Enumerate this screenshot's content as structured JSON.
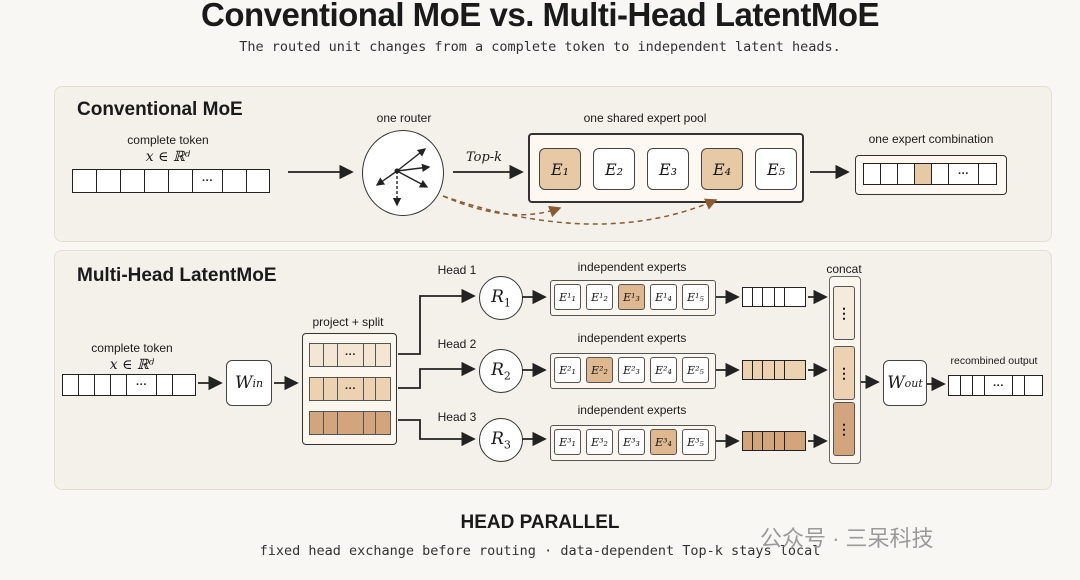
{
  "header": {
    "title": "Conventional MoE vs. Multi-Head LatentMoE",
    "subtitle": "The routed unit changes from a complete token to independent latent heads."
  },
  "conventional": {
    "panel_title": "Conventional MoE",
    "token_label": "complete token",
    "token_math": "x ∈ ℝᵈ",
    "ellipsis": "···",
    "router_label": "one router",
    "topk_label": "Top-k",
    "pool_label": "one shared expert pool",
    "experts": [
      "E₁",
      "E₂",
      "E₃",
      "E₄",
      "E₅"
    ],
    "selected_experts": [
      1,
      4
    ],
    "output_label": "one expert combination"
  },
  "multihead": {
    "panel_title": "Multi-Head LatentMoE",
    "token_label": "complete token",
    "token_math": "x ∈ ℝᵈ",
    "ellipsis": "···",
    "w_in": "W",
    "w_in_sub": "in",
    "split_label": "project + split",
    "concat_label": "concat",
    "concat_dots": "⋮",
    "w_out": "W",
    "w_out_sub": "out",
    "output_label": "recombined output",
    "heads": [
      {
        "label": "Head 1",
        "router": "R",
        "router_sub": "1",
        "experts_label": "independent experts",
        "experts": [
          "E¹₁",
          "E¹₂",
          "E¹₃",
          "E¹₄",
          "E¹₅"
        ],
        "selected": [
          3
        ],
        "color": "#f3e7d4"
      },
      {
        "label": "Head 2",
        "router": "R",
        "router_sub": "2",
        "experts_label": "independent experts",
        "experts": [
          "E²₁",
          "E²₂",
          "E²₃",
          "E²₄",
          "E²₅"
        ],
        "selected": [
          2
        ],
        "color": "#ecd2b1"
      },
      {
        "label": "Head 3",
        "router": "R",
        "router_sub": "3",
        "experts_label": "independent experts",
        "experts": [
          "E³₁",
          "E³₂",
          "E³₃",
          "E³₄",
          "E³₅"
        ],
        "selected": [
          4
        ],
        "color": "#d2a57c"
      }
    ]
  },
  "footer": {
    "title": "HEAD PARALLEL",
    "caption": "fixed head exchange before routing · data-dependent Top-k stays local"
  },
  "watermark": "公众号 · 三呆科技"
}
